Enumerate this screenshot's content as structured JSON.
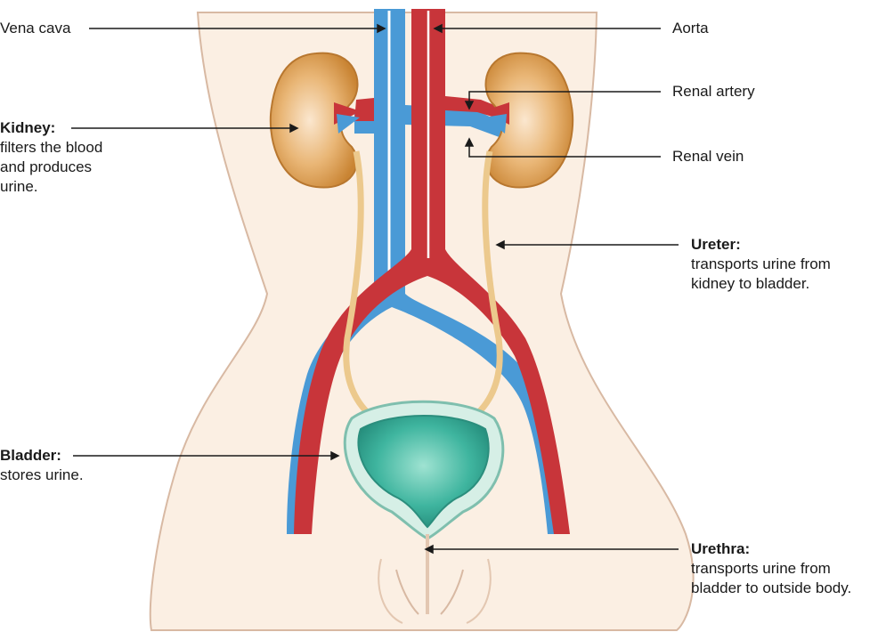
{
  "labels": {
    "vena_cava": "Vena cava",
    "aorta": "Aorta",
    "renal_artery": "Renal artery",
    "renal_vein": "Renal vein",
    "kidney": {
      "title": "Kidney:",
      "desc": [
        "filters the blood",
        "and produces",
        "urine."
      ]
    },
    "ureter": {
      "title": "Ureter:",
      "desc": [
        "transports urine from",
        "kidney to bladder."
      ]
    },
    "bladder": {
      "title": "Bladder:",
      "desc": [
        "stores urine."
      ]
    },
    "urethra": {
      "title": "Urethra:",
      "desc": [
        "transports urine from",
        "bladder to outside body."
      ]
    }
  },
  "colors": {
    "skin": "#fbefe3",
    "skin_outline": "#d8b9a3",
    "vein": "#4a9ad6",
    "artery": "#c8353a",
    "kidney": "#d99a4e",
    "ureter": "#ecc98d",
    "bladder": "#3fb59f"
  }
}
